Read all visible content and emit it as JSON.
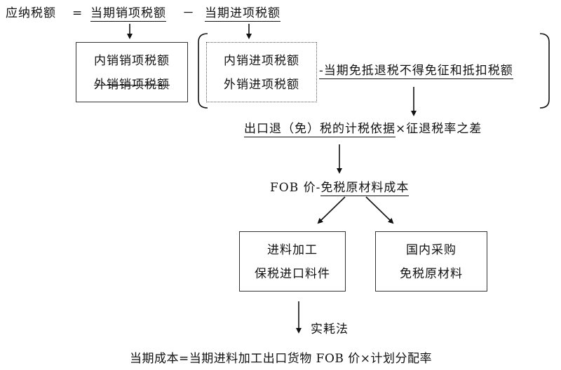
{
  "formula": {
    "lhs": "应纳税额",
    "eq": "=",
    "term1": "当期销项税额",
    "minus": "－",
    "term2": "当期进项税额"
  },
  "box_sales": {
    "line1": "内销销项税额",
    "line2": "外销销项税额"
  },
  "box_input": {
    "line1": "内销进项税额",
    "line2": "外销进项税额"
  },
  "deduction": "-当期免抵退税不得免征和抵扣税额",
  "basis": {
    "underlined": "出口退（免）税的计税依据",
    "rest": "×征退税率之差"
  },
  "fob": {
    "prefix": "FOB 价-",
    "underlined": "免税原材料成本"
  },
  "box_processing": {
    "line1": "进料加工",
    "line2": "保税进口料件"
  },
  "box_domestic": {
    "line1": "国内采购",
    "line2": "免税原材料"
  },
  "method": "实耗法",
  "cost_formula": "当期成本=当期进料加工出口货物 FOB 价×计划分配率"
}
